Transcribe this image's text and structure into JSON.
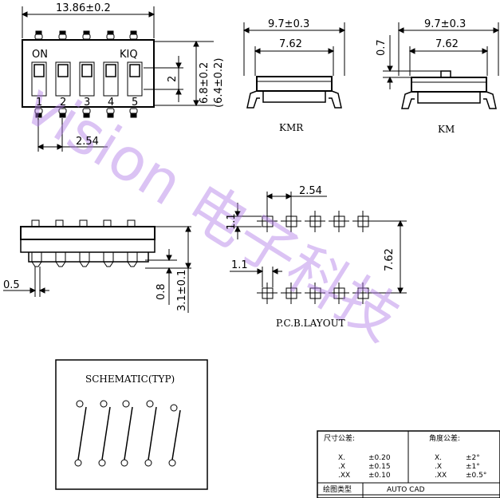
{
  "top_view": {
    "width_dim": "13.86±0.2",
    "on_label": "ON",
    "brand_label": "KIQ",
    "switch_numbers": [
      "1",
      "2",
      "3",
      "4",
      "5"
    ],
    "pitch_dim": "2.54",
    "slot_dim": "2",
    "height_dim": "6.8±0.2",
    "height_alt_dim": "(6.4±0.2)"
  },
  "kmr_view": {
    "outer_dim": "9.7±0.3",
    "inner_dim": "7.62",
    "label": "KMR"
  },
  "km_view": {
    "outer_dim": "9.7±0.3",
    "inner_dim": "7.62",
    "offset_dim": "0.7",
    "label": "KM"
  },
  "side_view": {
    "pin_width_dim": "0.5",
    "standoff_dim": "0.8",
    "height_dim": "3.1±0.1"
  },
  "pcb_layout": {
    "pitch_dim": "2.54",
    "pad_dim_top": "1.1",
    "pad_dim_left": "1.1",
    "row_spacing_dim": "7.62",
    "title": "P.C.B.LAYOUT"
  },
  "schematic": {
    "title": "SCHEMATIC(TYP)"
  },
  "tolerance_table": {
    "dim_header": "尺寸公差:",
    "angle_header": "角度公差:",
    "dim_rows": [
      {
        "key": "X.",
        "val": "±0.20"
      },
      {
        "key": ".X",
        "val": "±0.15"
      },
      {
        "key": ".XX",
        "val": "±0.10"
      }
    ],
    "angle_rows": [
      {
        "key": "X.",
        "val": "±2°"
      },
      {
        "key": ".X",
        "val": "±1°"
      },
      {
        "key": ".XX",
        "val": "±0.5°"
      }
    ],
    "drawing_type_label": "绘图类型",
    "drawing_type_value": "AUTO CAD"
  },
  "watermark": "vision 电子科技"
}
